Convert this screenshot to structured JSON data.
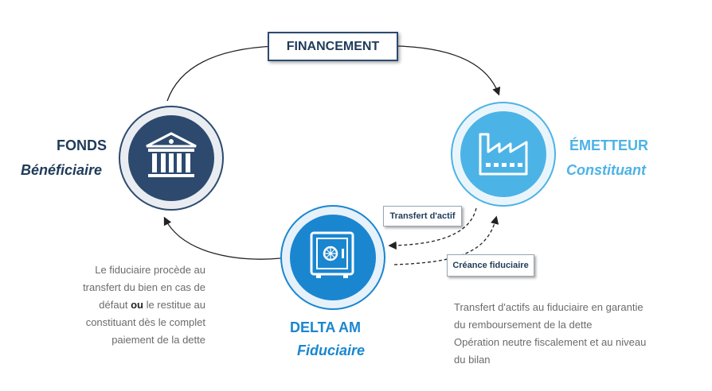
{
  "top_label": "FINANCEMENT",
  "fonds": {
    "title": "FONDS",
    "subtitle": "Bénéficiaire"
  },
  "emetteur": {
    "title": "ÉMETTEUR",
    "subtitle": "Constituant"
  },
  "delta": {
    "title": "DELTA AM",
    "subtitle": "Fiduciaire"
  },
  "tag_transfert": "Transfert d'actif",
  "tag_creance": "Créance fiduciaire",
  "note_left": {
    "line1": "Le fiduciaire procède au",
    "line2": "transfert du bien en cas de",
    "line3_a": "défaut ",
    "line3_b": "ou",
    "line3_c": " le restitue au",
    "line4": "constituant dès le complet",
    "line5": "paiement de la dette"
  },
  "note_right": {
    "line1": "Transfert d'actifs au fiduciaire en garantie",
    "line2": "du remboursement de la dette",
    "line3": "Opération neutre fiscalement et au niveau",
    "line4": "du bilan"
  },
  "colors": {
    "navy": "#2d4a6e",
    "light_blue": "#4cb3e6",
    "bright_blue": "#1a86d0",
    "text_dark": "#1f3b5a"
  },
  "icons": [
    "bank-icon",
    "factory-icon",
    "safe-icon"
  ]
}
